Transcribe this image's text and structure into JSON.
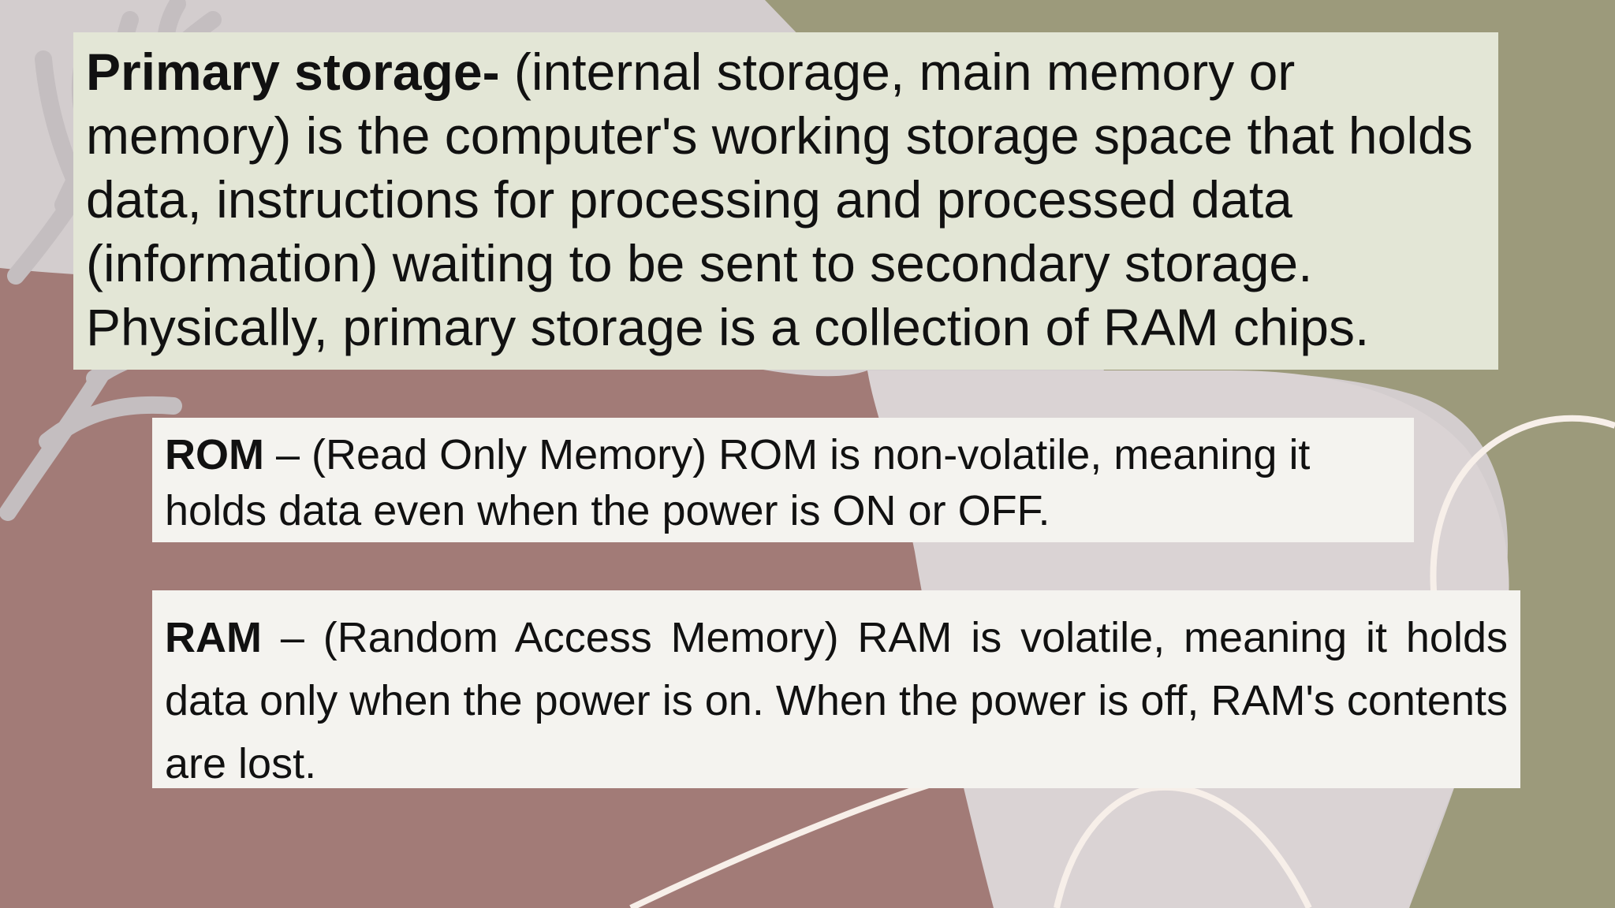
{
  "colors": {
    "background_lavender": "#d3cdce",
    "background_olive": "#9c9a7b",
    "background_mauve": "#a27b77",
    "background_light": "#dad3d4",
    "leaf_color": "#c4bec0",
    "curve_color": "#f7efe9",
    "primary_box_fill": "#e3e6d6",
    "definition_box_fill": "#f4f3ef",
    "text_color": "#111111"
  },
  "primary": {
    "term": "Primary storage-",
    "definition": " (internal storage, main memory or memory) is the computer's working storage space that holds data, instructions for processing and processed data (information) waiting to be sent to secondary storage. Physically, primary storage is a collection of RAM chips."
  },
  "rom": {
    "term": "ROM",
    "definition": " – (Read Only Memory) ROM is non-volatile, meaning it holds data even when the power is ON or OFF."
  },
  "ram": {
    "term": "RAM",
    "definition": " – (Random Access Memory) RAM is volatile, meaning it holds data only when the power is on. When the power is off, RAM's contents are lost."
  }
}
